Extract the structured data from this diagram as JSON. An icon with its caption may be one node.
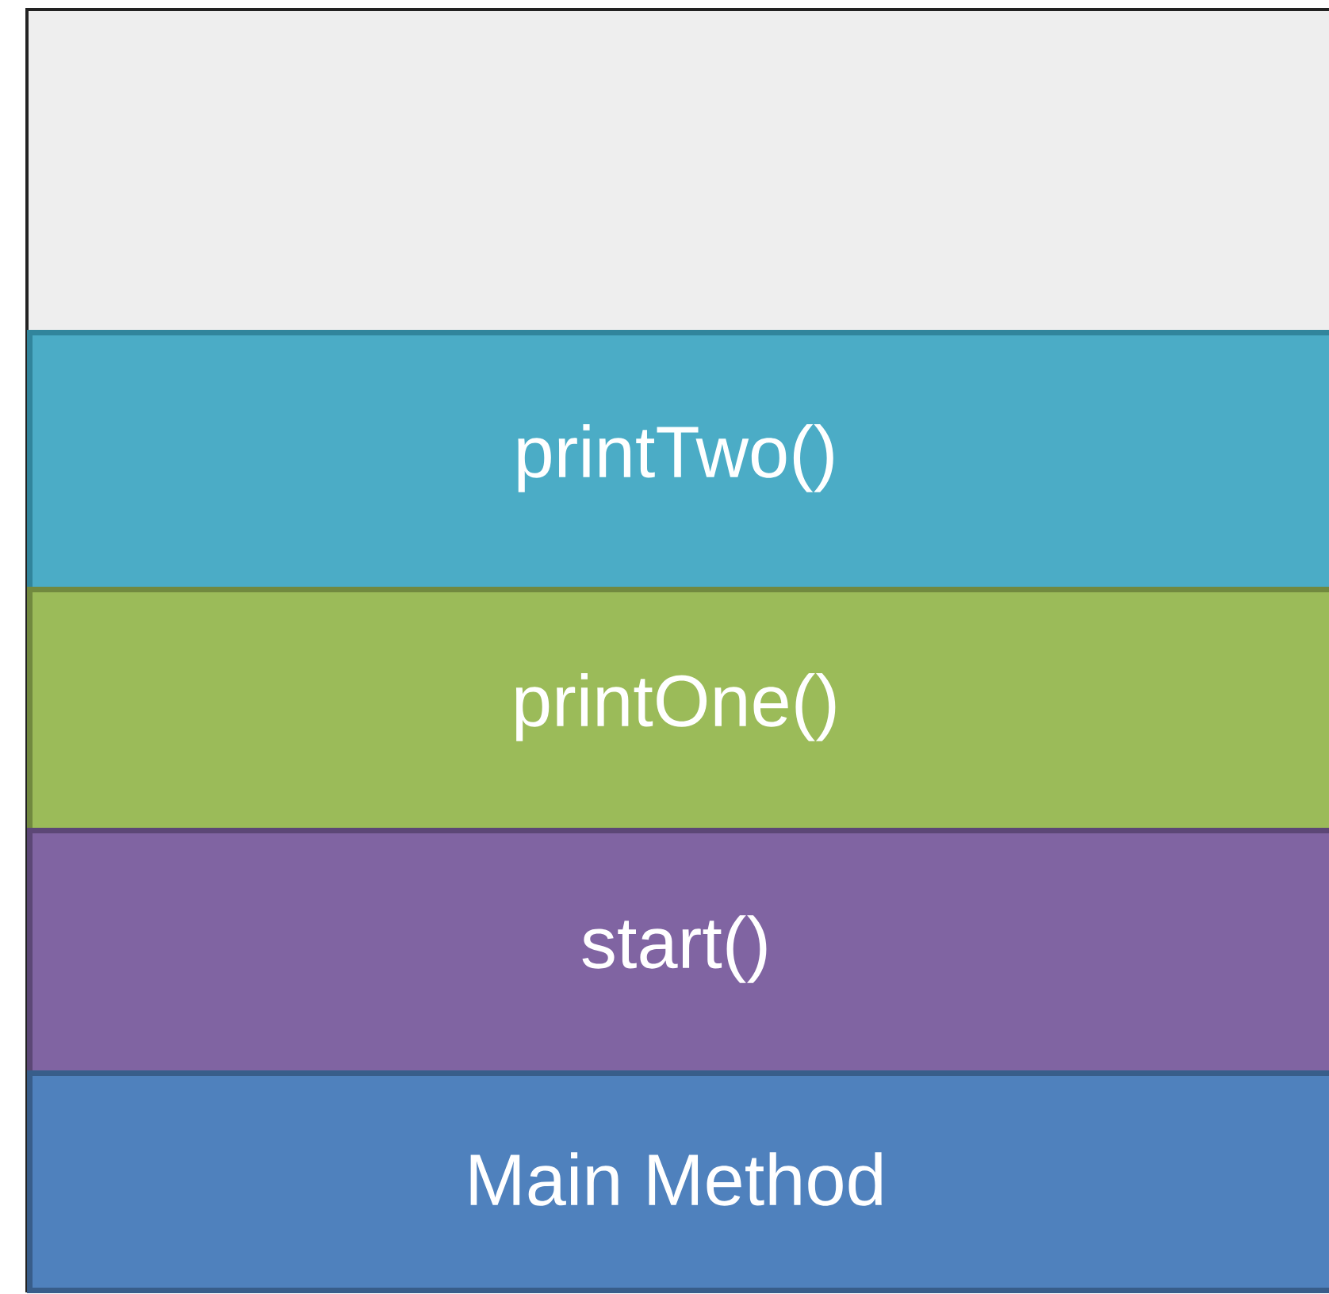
{
  "diagram": {
    "nodes": [
      {
        "text": [],
        "shape": "box"
      },
      {
        "text": [
          "printTwo()"
        ],
        "in": 0
      },
      {
        "text": [
          "printOne()"
        ],
        "in": 0
      },
      {
        "text": [
          "start()"
        ],
        "in": 0
      },
      {
        "text": [
          "Main Method"
        ],
        "in": 0
      }
    ]
  }
}
